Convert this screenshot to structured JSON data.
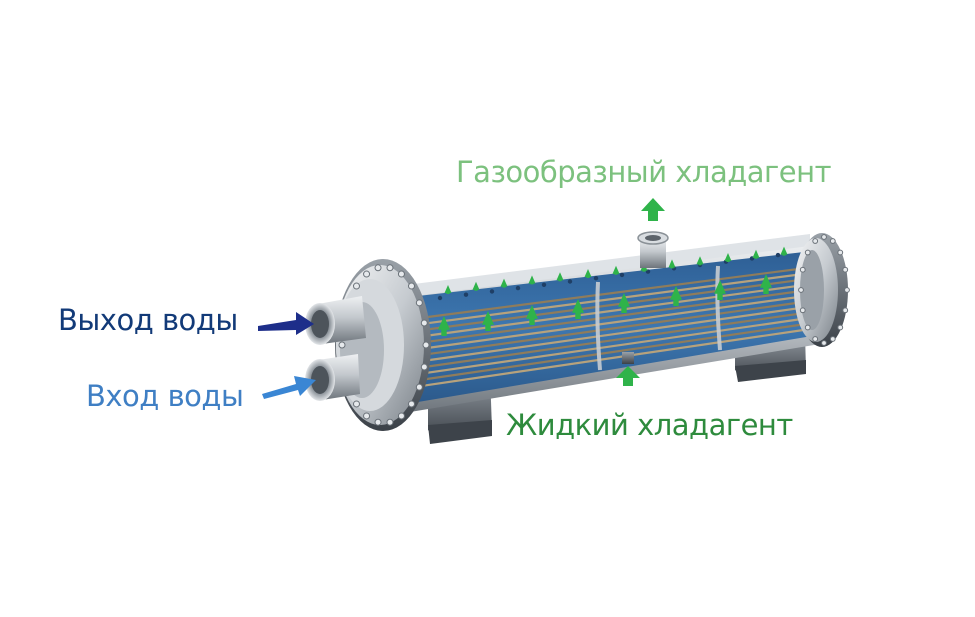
{
  "labels": {
    "gas_refrigerant": "Газообразный хладагент",
    "water_out": "Выход воды",
    "water_in": "Вход воды",
    "liquid_refrigerant": "Жидкий хладагент"
  },
  "colors": {
    "gas_label": "#7cc17e",
    "liquid_label": "#2e8b3d",
    "water_out_label": "#123a78",
    "water_in_label": "#3f7fc4",
    "arrow_green": "#2fb34a",
    "arrow_water_out": "#1d2e8a",
    "arrow_water_in": "#3a86d4",
    "shell_interior": "#3a6fa6",
    "shell_metal": "#b9bec4",
    "tube_bundle": "#a48f6c"
  },
  "icons": {
    "water_out_arrow": "arrow-right-icon",
    "water_in_arrow": "arrow-right-icon",
    "gas_outlet_arrow": "arrow-up-icon",
    "liquid_inlet_arrow": "arrow-up-icon",
    "flow_arrows": "arrow-up-icon"
  }
}
